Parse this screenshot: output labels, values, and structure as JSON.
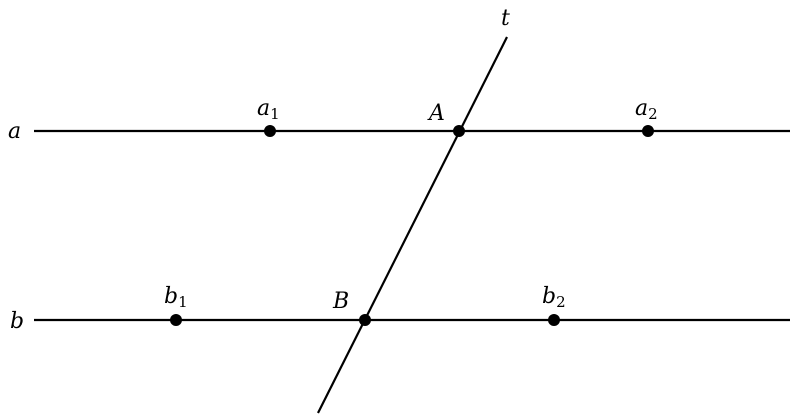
{
  "diagram": {
    "lines": {
      "a": {
        "label": "a"
      },
      "b": {
        "label": "b"
      },
      "t": {
        "label": "t"
      }
    },
    "points": {
      "a1": {
        "base": "a",
        "sub": "1"
      },
      "A": {
        "base": "A",
        "sub": ""
      },
      "a2": {
        "base": "a",
        "sub": "2"
      },
      "b1": {
        "base": "b",
        "sub": "1"
      },
      "B": {
        "base": "B",
        "sub": ""
      },
      "b2": {
        "base": "b",
        "sub": "2"
      }
    }
  },
  "colors": {
    "ink": "#000000",
    "background": "#ffffff"
  }
}
